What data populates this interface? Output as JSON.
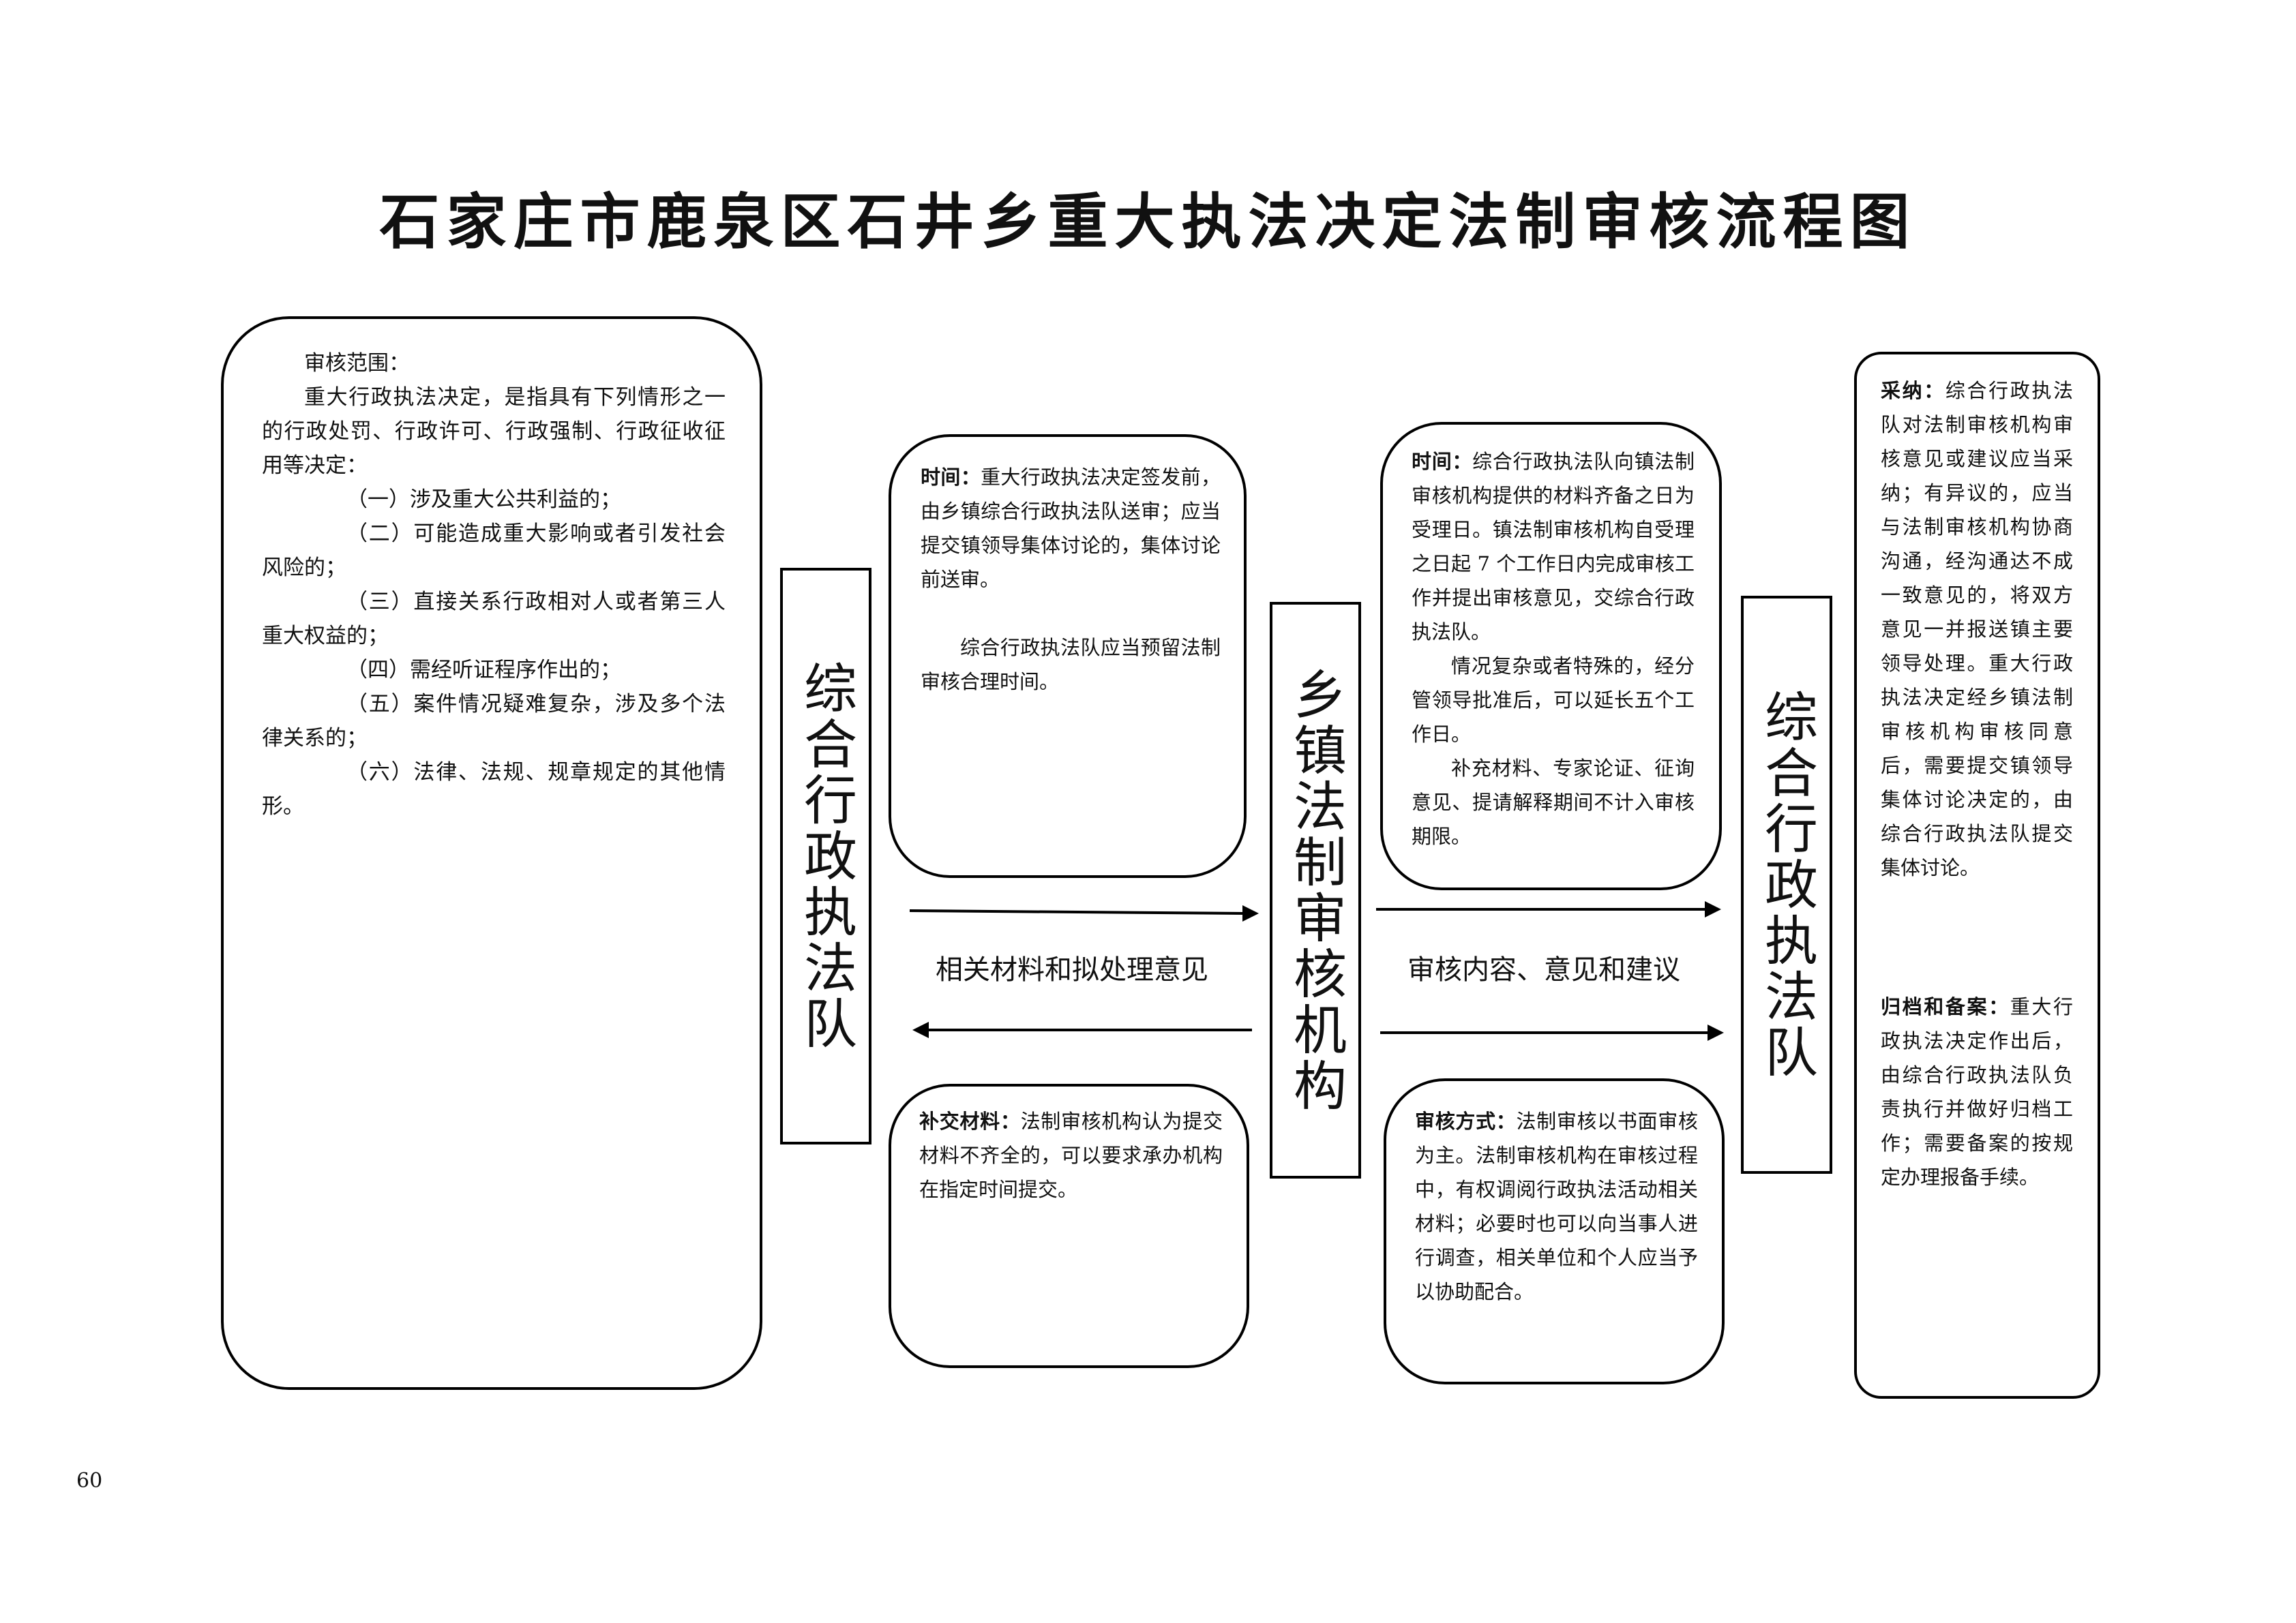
{
  "title": "石家庄市鹿泉区石井乡重大执法决定法制审核流程图",
  "scope_box": {
    "heading": "审核范围：",
    "intro": "重大行政执法决定，是指具有下列情形之一的行政处罚、行政许可、行政强制、行政征收征用等决定：",
    "items": [
      "（一）涉及重大公共利益的；",
      "（二）可能造成重大影响或者引发社会风险的；",
      "（三）直接关系行政相对人或者第三人重大权益的；",
      "（四）需经听证程序作出的；",
      "（五）案件情况疑难复杂，涉及多个法律关系的；",
      "（六）法律、法规、规章规定的其他情形。"
    ]
  },
  "submit_time_box": {
    "label": "时间：",
    "text": "重大行政执法决定签发前，由乡镇综合行政执法队送审；应当提交镇领导集体讨论的，集体讨论前送审。",
    "note": "综合行政执法队应当预留法制审核合理时间。"
  },
  "supplement_box": {
    "label": "补交材料：",
    "text": "法制审核机构认为提交材料不齐全的，可以要求承办机构在指定时间提交。"
  },
  "review_time_box": {
    "label": "时间：",
    "text": "综合行政执法队向镇法制审核机构提供的材料齐备之日为受理日。镇法制审核机构自受理之日起 7 个工作日内完成审核工作并提出审核意见，交综合行政执法队。",
    "extension": "情况复杂或者特殊的，经分管领导批准后，可以延长五个工作日。",
    "exclusion": "补充材料、专家论证、征询意见、提请解释期间不计入审核期限。"
  },
  "review_method_box": {
    "label": "审核方式：",
    "text": "法制审核以书面审核为主。法制审核机构在审核过程中，有权调阅行政执法活动相关材料；必要时也可以向当事人进行调查，相关单位和个人应当予以协助配合。"
  },
  "adopt_box": {
    "adopt_label": "采纳：",
    "adopt_text": "综合行政执法队对法制审核机构审核意见或建议应当采纳；有异议的，应当与法制审核机构协商沟通，经沟通达不成一致意见的，将双方意见一并报送镇主要领导处理。重大行政执法决定经乡镇法制审核机构审核同意后，需要提交镇领导集体讨论决定的，由综合行政执法队提交集体讨论。",
    "archive_label": "归档和备案：",
    "archive_text": "重大行政执法决定作出后，由综合行政执法队负责执行并做好归档工作；需要备案的按规定办理报备手续。"
  },
  "nodes": {
    "left": "综合行政执法队",
    "middle": "乡镇法制审核机构",
    "right": "综合行政执法队"
  },
  "arrows": {
    "left_label": "相关材料和拟处理意见",
    "right_label": "审核内容、意见和建议"
  },
  "page_number": "60"
}
